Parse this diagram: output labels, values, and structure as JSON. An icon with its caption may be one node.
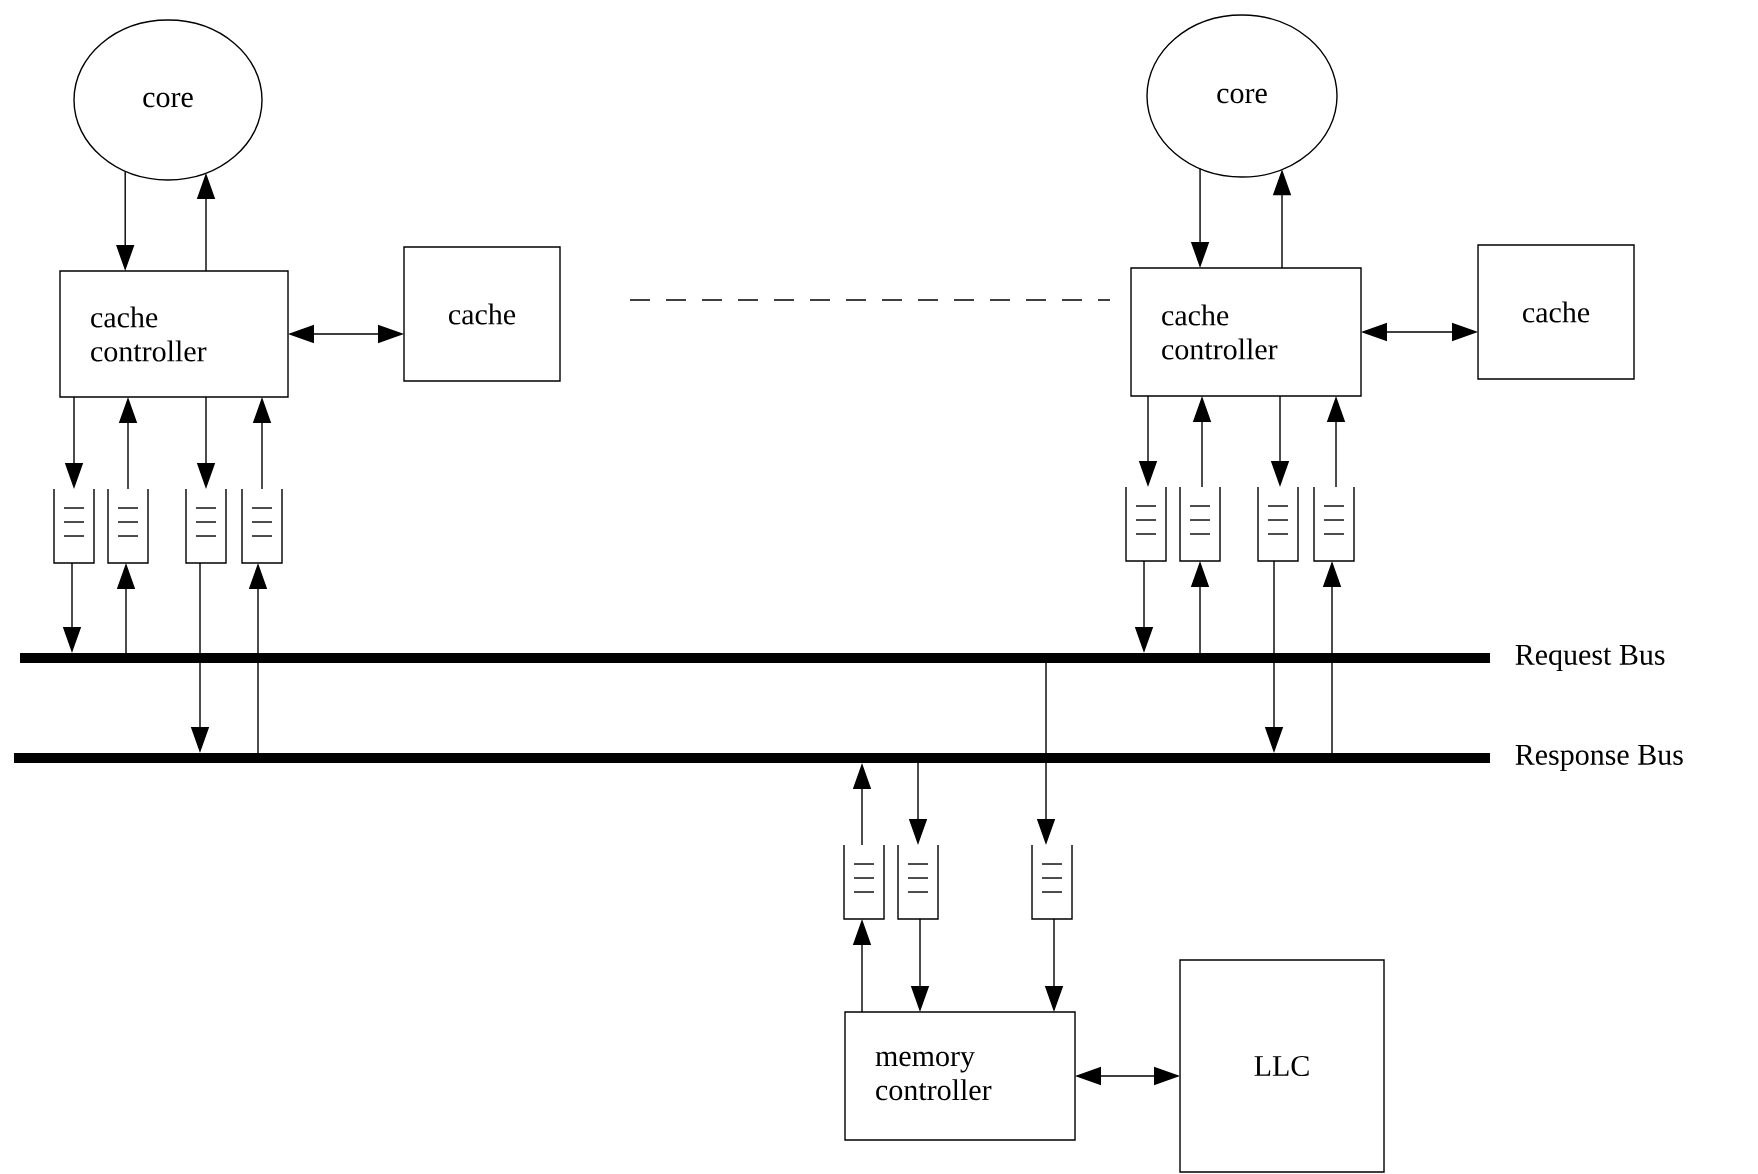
{
  "diagram": {
    "nodes": [
      {
        "text": [
          "core"
        ]
      },
      {
        "text": [
          "cache controller"
        ]
      },
      {
        "text": [
          "cache"
        ]
      },
      {
        "text": [
          "core"
        ]
      },
      {
        "text": [
          "cache controller"
        ]
      },
      {
        "text": [
          "cache"
        ]
      },
      {
        "text": [],
        "shape": "box"
      },
      {
        "text": [],
        "shape": "box"
      },
      {
        "text": [],
        "shape": "box"
      },
      {
        "text": [],
        "shape": "box"
      },
      {
        "text": [],
        "shape": "box"
      },
      {
        "text": [],
        "shape": "box"
      },
      {
        "text": [],
        "shape": "box"
      },
      {
        "text": [],
        "shape": "box"
      },
      {
        "text": [
          "Request Bus"
        ]
      },
      {
        "text": [
          "Response Bus"
        ]
      },
      {
        "text": [],
        "shape": "box"
      },
      {
        "text": [],
        "shape": "box"
      },
      {
        "text": [],
        "shape": "box"
      },
      {
        "text": [
          "memory controller"
        ]
      },
      {
        "text": [
          "LLC"
        ]
      }
    ],
    "edges": [
      {
        "from": 0,
        "to": 1,
        "arrow": "to"
      },
      {
        "from": 1,
        "to": 0,
        "arrow": "to"
      },
      {
        "from": 1,
        "to": 2,
        "arrow": "both"
      },
      {
        "from": 3,
        "to": 4,
        "arrow": "to"
      },
      {
        "from": 4,
        "to": 3,
        "arrow": "to"
      },
      {
        "from": 4,
        "to": 5,
        "arrow": "both"
      },
      {
        "from": 1,
        "to": 6,
        "arrow": "to"
      },
      {
        "from": 7,
        "to": 1,
        "arrow": "to"
      },
      {
        "from": 1,
        "to": 8,
        "arrow": "to"
      },
      {
        "from": 9,
        "to": 1,
        "arrow": "to"
      },
      {
        "from": 4,
        "to": 10,
        "arrow": "to"
      },
      {
        "from": 11,
        "to": 4,
        "arrow": "to"
      },
      {
        "from": 4,
        "to": 12,
        "arrow": "to"
      },
      {
        "from": 13,
        "to": 4,
        "arrow": "to"
      },
      {
        "from": 6,
        "to": 14,
        "arrow": "to"
      },
      {
        "from": 14,
        "to": 7,
        "arrow": "to"
      },
      {
        "from": 8,
        "to": 15,
        "arrow": "to"
      },
      {
        "from": 15,
        "to": 9,
        "arrow": "to"
      },
      {
        "from": 10,
        "to": 14,
        "arrow": "to"
      },
      {
        "from": 14,
        "to": 11,
        "arrow": "to"
      },
      {
        "from": 12,
        "to": 15,
        "arrow": "to"
      },
      {
        "from": 15,
        "to": 13,
        "arrow": "to"
      },
      {
        "from": 16,
        "to": 15,
        "arrow": "to"
      },
      {
        "from": 15,
        "to": 17,
        "arrow": "to"
      },
      {
        "from": 14,
        "to": 18,
        "arrow": "to"
      },
      {
        "from": 19,
        "to": 16,
        "arrow": "to"
      },
      {
        "from": 17,
        "to": 19,
        "arrow": "to"
      },
      {
        "from": 18,
        "to": 19,
        "arrow": "to"
      },
      {
        "from": 19,
        "to": 20,
        "arrow": "both"
      }
    ]
  }
}
